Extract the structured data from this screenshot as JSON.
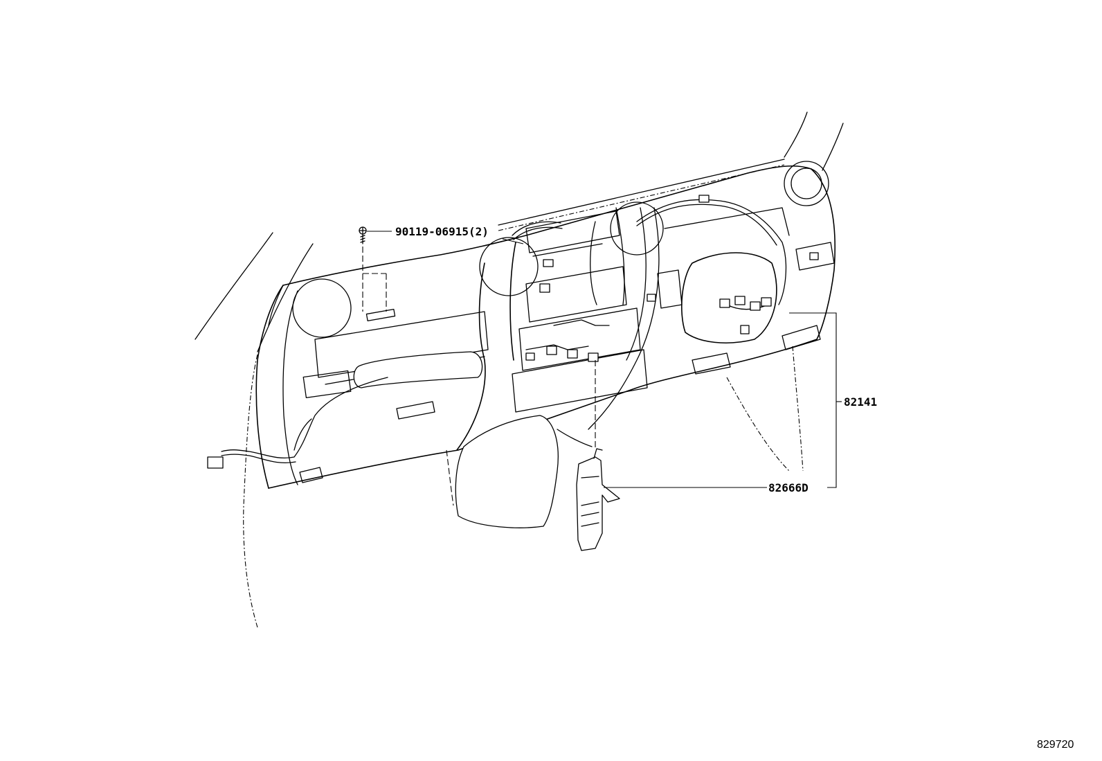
{
  "diagram": {
    "reference_number": "829720",
    "callouts": [
      {
        "id": "bolt",
        "part_number": "90119-06915(2)"
      },
      {
        "id": "harness",
        "part_number": "82141"
      },
      {
        "id": "clamp",
        "part_number": "82666D"
      }
    ]
  }
}
